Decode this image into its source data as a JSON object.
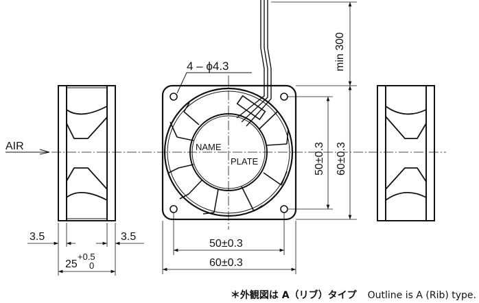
{
  "labels": {
    "holes": "4 – ϕ4.3",
    "name": "NAME",
    "plate": "PLATE",
    "air": "AIR",
    "lead_length": "min 300",
    "depth_left": "3.5",
    "depth_right": "3.5",
    "thickness_main": "25",
    "thickness_tol_plus": "+0.5",
    "thickness_tol_minus": "0",
    "hole_pitch_h": "50±0.3",
    "width_h": "60±0.3",
    "hole_pitch_v": "50±0.3",
    "height_v": "60±0.3"
  },
  "footer": {
    "note_jp": "＊外観図は A（リブ）タイプ",
    "note_en": "Outline is A (Rib) type."
  }
}
